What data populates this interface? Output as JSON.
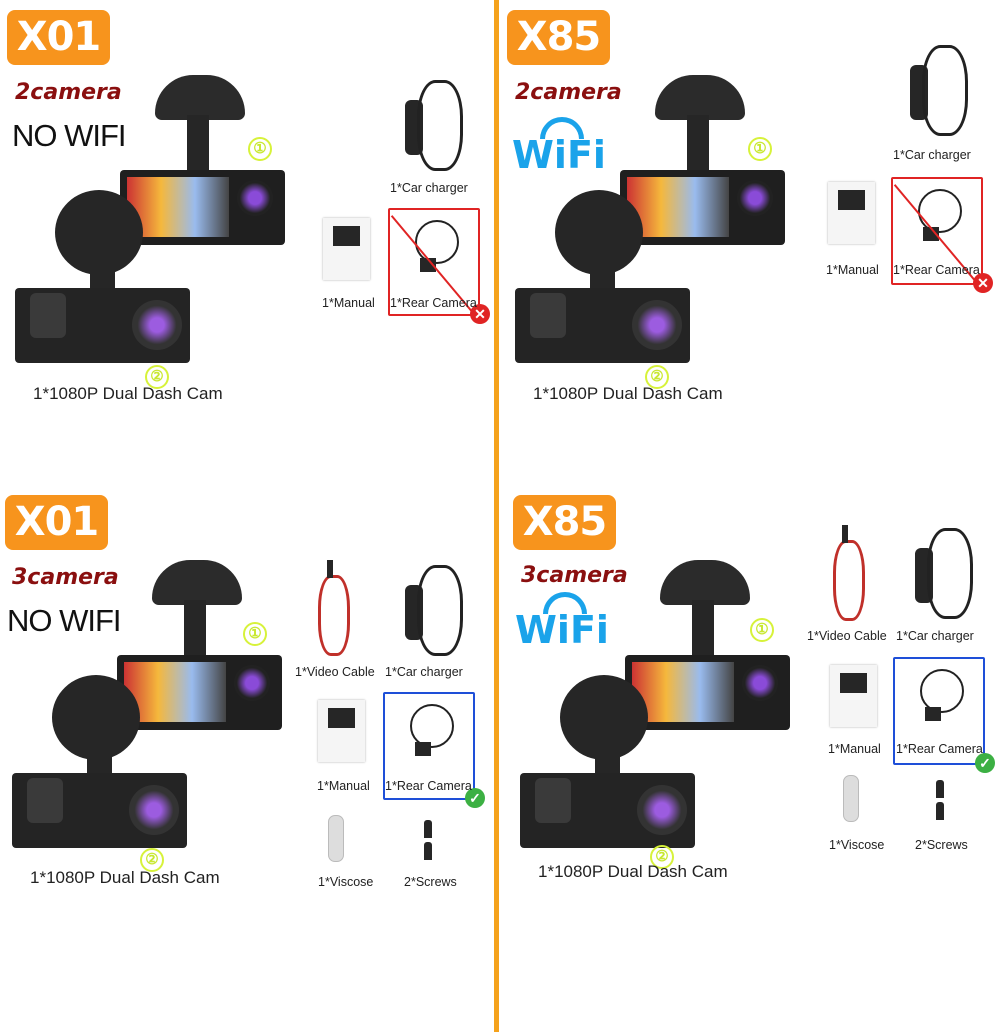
{
  "colors": {
    "badge": "#f7941d",
    "divider": "#f5a21c",
    "camera_count": "#8a0f0f",
    "wifi": "#1aa3ea",
    "excluded": "#e02424",
    "included": "#1e4fd8",
    "check": "#3cb043"
  },
  "panels": [
    {
      "model": "X01",
      "cameras": "2camera",
      "connectivity": "NO WIFI",
      "wifi": false,
      "main_item": "1*1080P Dual Dash Cam",
      "marker_1": "①",
      "marker_2": "②",
      "accessories": [
        {
          "label": "1*Car charger",
          "icon": "car-charger-icon"
        },
        {
          "label": "1*Manual",
          "icon": "manual-icon"
        },
        {
          "label": "1*Rear Camera",
          "icon": "rear-camera-icon",
          "status": "excluded"
        }
      ]
    },
    {
      "model": "X85",
      "cameras": "2camera",
      "connectivity": "WiFi",
      "wifi": true,
      "main_item": "1*1080P Dual Dash Cam",
      "marker_1": "①",
      "marker_2": "②",
      "accessories": [
        {
          "label": "1*Car charger",
          "icon": "car-charger-icon"
        },
        {
          "label": "1*Manual",
          "icon": "manual-icon"
        },
        {
          "label": "1*Rear Camera",
          "icon": "rear-camera-icon",
          "status": "excluded"
        }
      ]
    },
    {
      "model": "X01",
      "cameras": "3camera",
      "connectivity": "NO WIFI",
      "wifi": false,
      "main_item": "1*1080P Dual Dash Cam",
      "marker_1": "①",
      "marker_2": "②",
      "accessories": [
        {
          "label": "1*Video Cable",
          "icon": "video-cable-icon"
        },
        {
          "label": "1*Car charger",
          "icon": "car-charger-icon"
        },
        {
          "label": "1*Manual",
          "icon": "manual-icon"
        },
        {
          "label": "1*Rear Camera",
          "icon": "rear-camera-icon",
          "status": "included"
        },
        {
          "label": "1*Viscose",
          "icon": "viscose-icon"
        },
        {
          "label": "2*Screws",
          "icon": "screws-icon"
        }
      ]
    },
    {
      "model": "X85",
      "cameras": "3camera",
      "connectivity": "WiFi",
      "wifi": true,
      "main_item": "1*1080P Dual Dash Cam",
      "marker_1": "①",
      "marker_2": "②",
      "accessories": [
        {
          "label": "1*Video Cable",
          "icon": "video-cable-icon"
        },
        {
          "label": "1*Car charger",
          "icon": "car-charger-icon"
        },
        {
          "label": "1*Manual",
          "icon": "manual-icon"
        },
        {
          "label": "1*Rear Camera",
          "icon": "rear-camera-icon",
          "status": "included"
        },
        {
          "label": "1*Viscose",
          "icon": "viscose-icon"
        },
        {
          "label": "2*Screws",
          "icon": "screws-icon"
        }
      ]
    }
  ]
}
